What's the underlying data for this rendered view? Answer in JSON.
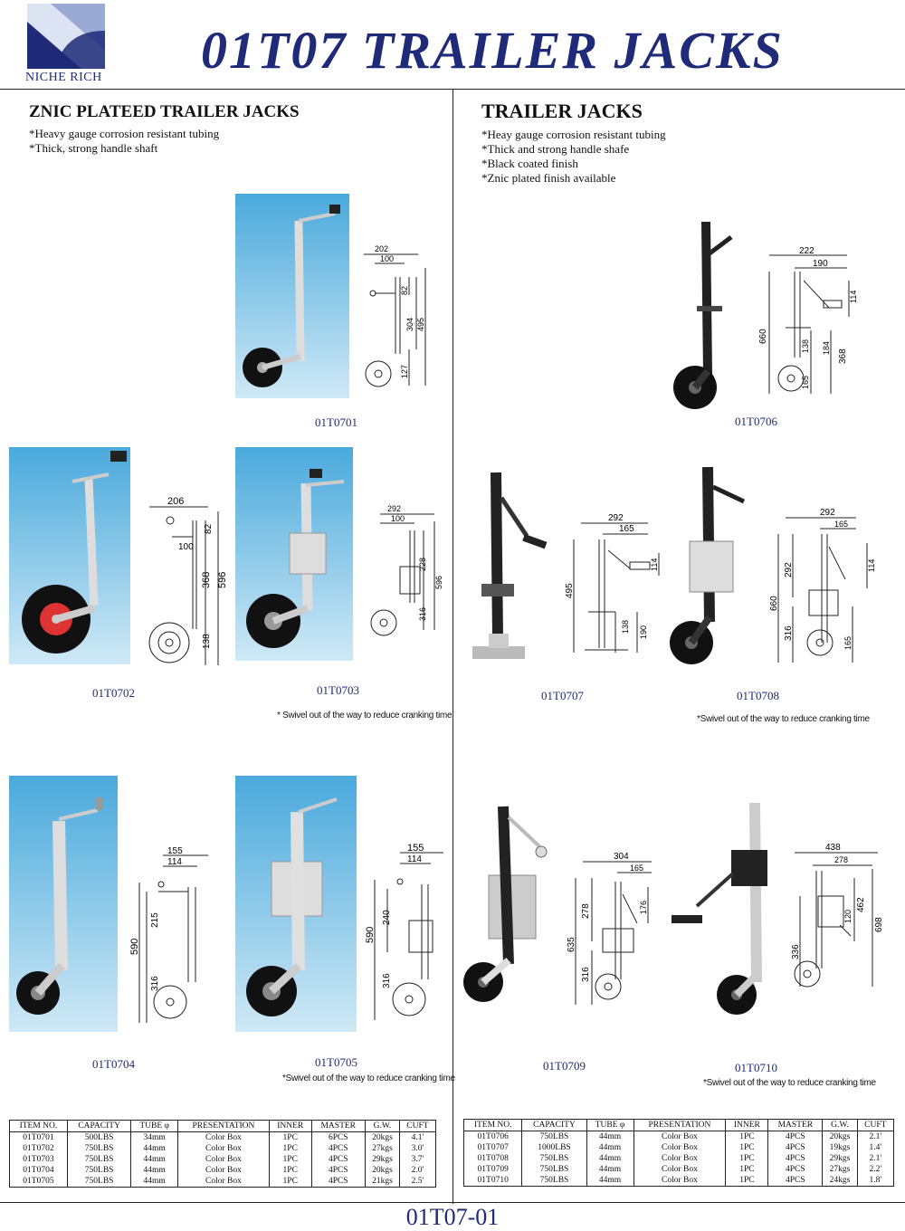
{
  "header": {
    "logo_text": "NICHE RICH",
    "title": "01T07 TRAILER JACKS"
  },
  "left_section": {
    "title": "ZNIC PLATEED TRAILER JACKS",
    "bullets": [
      "*Heavy gauge corrosion resistant tubing",
      "*Thick, strong handle shaft"
    ]
  },
  "right_section": {
    "title": "TRAILER JACKS",
    "bullets": [
      "*Heay gauge corrosion resistant tubing",
      "*Thick and strong handle shafe",
      "*Black coated finish",
      "*Znic plated finish available"
    ]
  },
  "products": {
    "p0701": {
      "code": "01T0701",
      "dims": [
        "202",
        "100",
        "82",
        "304",
        "495",
        "127"
      ]
    },
    "p0702": {
      "code": "01T0702",
      "dims": [
        "206",
        "100",
        "82",
        "368",
        "596",
        "138"
      ]
    },
    "p0703": {
      "code": "01T0703",
      "dims": [
        "292",
        "100",
        "228",
        "596",
        "316"
      ],
      "note": "* Swivel out of the way to reduce cranking time"
    },
    "p0704": {
      "code": "01T0704",
      "dims": [
        "155",
        "114",
        "215",
        "590",
        "316"
      ]
    },
    "p0705": {
      "code": "01T0705",
      "dims": [
        "155",
        "114",
        "240",
        "590",
        "316"
      ],
      "note": "*Swivel out of the way to reduce cranking time"
    },
    "p0706": {
      "code": "01T0706",
      "dims": [
        "222",
        "190",
        "114",
        "660",
        "138",
        "184",
        "368",
        "165"
      ]
    },
    "p0707": {
      "code": "01T0707",
      "dims": [
        "292",
        "165",
        "114",
        "495",
        "138",
        "190"
      ]
    },
    "p0708": {
      "code": "01T0708",
      "dims": [
        "292",
        "165",
        "114",
        "292",
        "660",
        "316",
        "165"
      ],
      "note": "*Swivel out of the way to reduce cranking time"
    },
    "p0709": {
      "code": "01T0709",
      "dims": [
        "304",
        "165",
        "176",
        "278",
        "635",
        "316"
      ]
    },
    "p0710": {
      "code": "01T0710",
      "dims": [
        "438",
        "278",
        "462",
        "120",
        "698",
        "336"
      ],
      "note": "*Swivel out of the way to reduce cranking time"
    }
  },
  "table_headers": [
    "ITEM NO.",
    "CAPACITY",
    "TUBE φ",
    "PRESENTATION",
    "INNER",
    "MASTER",
    "G.W.",
    "CUFT"
  ],
  "left_table": [
    [
      "01T0701",
      "500LBS",
      "34mm",
      "Color Box",
      "1PC",
      "6PCS",
      "20kgs",
      "4.1'"
    ],
    [
      "01T0702",
      "750LBS",
      "44mm",
      "Color Box",
      "1PC",
      "4PCS",
      "27kgs",
      "3.0'"
    ],
    [
      "01T0703",
      "750LBS",
      "44mm",
      "Color Box",
      "1PC",
      "4PCS",
      "29kgs",
      "3.7'"
    ],
    [
      "01T0704",
      "750LBS",
      "44mm",
      "Color Box",
      "1PC",
      "4PCS",
      "20kgs",
      "2.0'"
    ],
    [
      "01T0705",
      "750LBS",
      "44mm",
      "Color Box",
      "1PC",
      "4PCS",
      "21kgs",
      "2.5'"
    ]
  ],
  "right_table": [
    [
      "01T0706",
      "750LBS",
      "44mm",
      "Color Box",
      "1PC",
      "4PCS",
      "20kgs",
      "2.1'"
    ],
    [
      "01T0707",
      "1000LBS",
      "44mm",
      "Color Box",
      "1PC",
      "4PCS",
      "19kgs",
      "1.4'"
    ],
    [
      "01T0708",
      "750LBS",
      "44mm",
      "Color Box",
      "1PC",
      "4PCS",
      "29kgs",
      "2.1'"
    ],
    [
      "01T0709",
      "750LBS",
      "44mm",
      "Color Box",
      "1PC",
      "4PCS",
      "27kgs",
      "2.2'"
    ],
    [
      "01T0710",
      "750LBS",
      "44mm",
      "Color Box",
      "1PC",
      "4PCS",
      "24kgs",
      "1.8'"
    ]
  ],
  "footer": {
    "page_code": "01T07-01"
  },
  "colors": {
    "brand_blue": "#1f2a78",
    "photo_sky": "#4aa9dc"
  }
}
